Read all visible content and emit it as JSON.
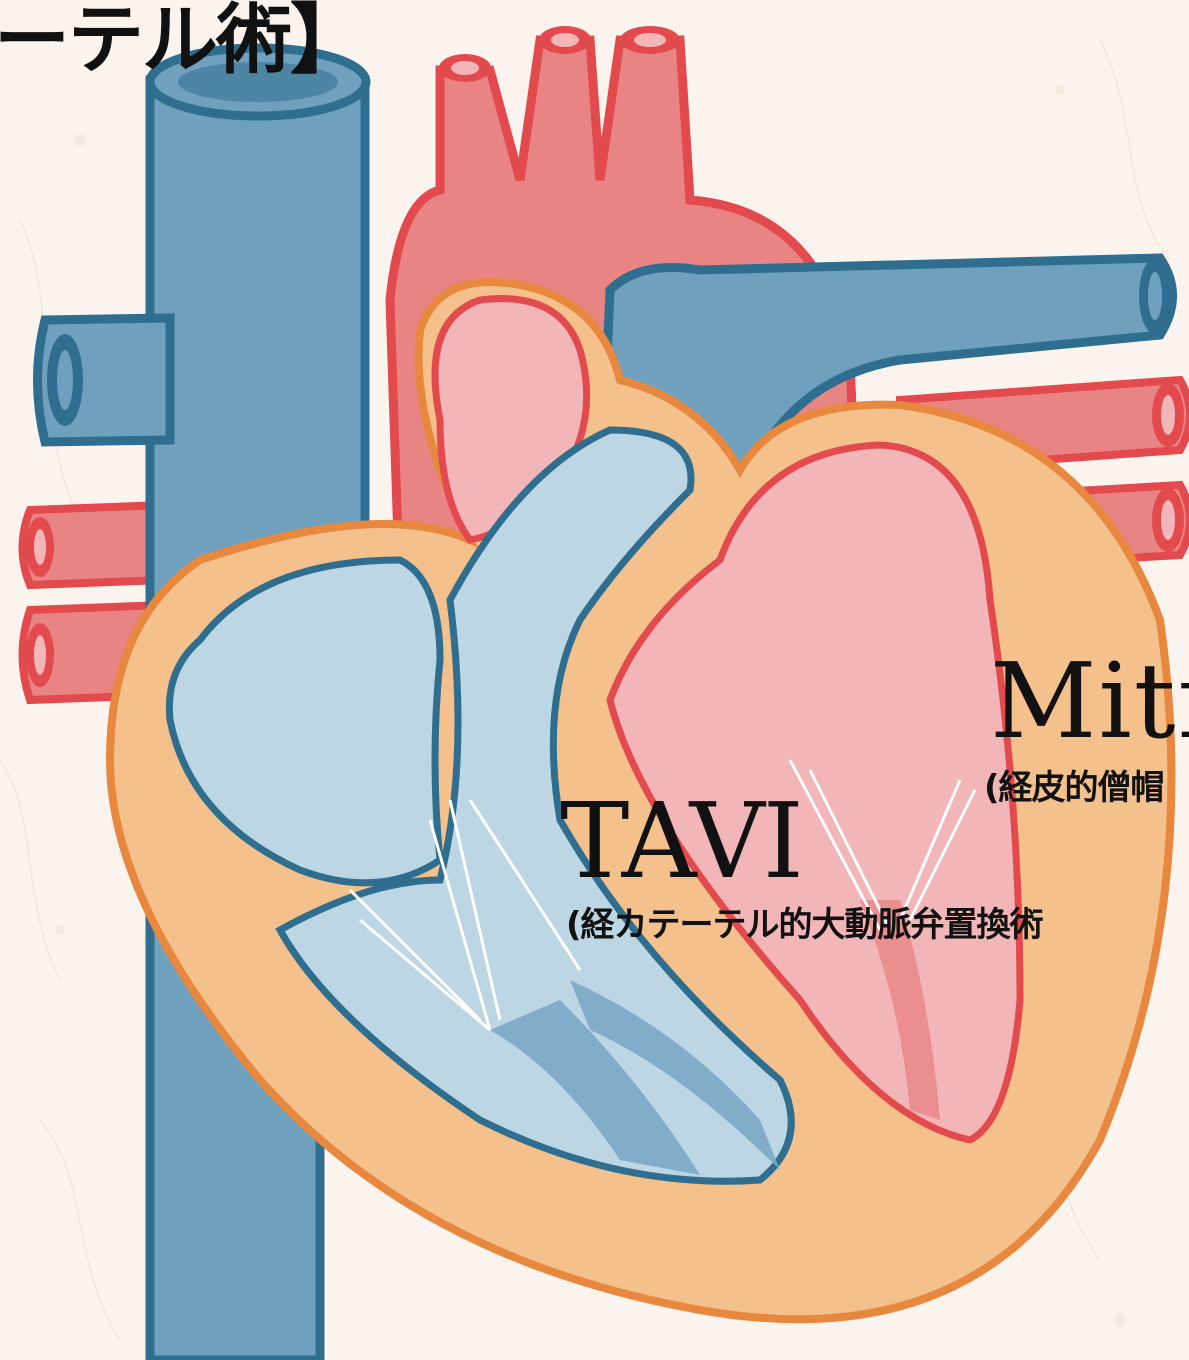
{
  "header": {
    "title": "ーテル術】"
  },
  "labels": {
    "tavi": {
      "title": "TAVI",
      "subtitle": "(経カテーテル的大動脈弁置換術"
    },
    "mitral": {
      "title": "Mitr",
      "subtitle": "(経皮的僧帽"
    }
  },
  "colors": {
    "background": "#fbf4ee",
    "vein_blue": "#6fa0bd",
    "vein_outline": "#2f6e8f",
    "chamber_blue_light": "#bcd6e4",
    "artery_red": "#e88584",
    "artery_outline": "#e24a4e",
    "chamber_pink": "#f2b5b8",
    "muscle_orange": "#f4c08c",
    "muscle_outline": "#e8873e"
  }
}
